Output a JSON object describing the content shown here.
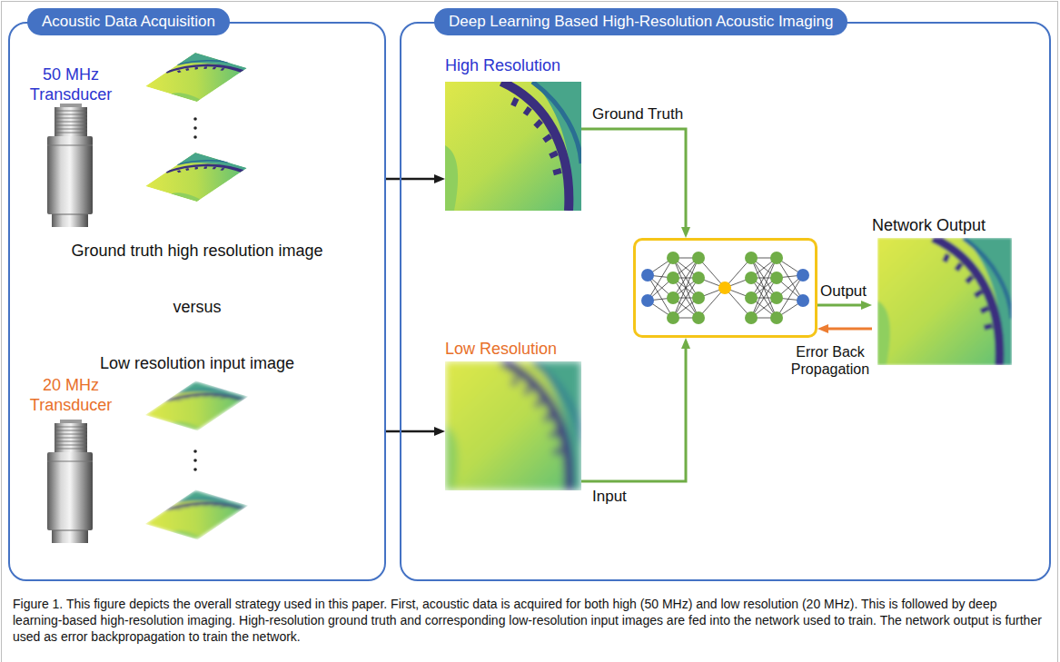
{
  "diagram": {
    "caption": "Figure 1. This figure depicts the overall strategy used in this paper. First, acoustic data is acquired for both high (50 MHz) and low resolution (20 MHz). This is followed by deep learning-based high-resolution imaging. High-resolution ground truth and corresponding low-resolution input images are fed into the network used to train. The network output is further used as error backpropagation to train the network.",
    "nodes": [
      {
        "text": [
          "Acoustic Data Acquisition",
          "50 MHz Transducer",
          "Ground truth high resolution image",
          "versus",
          "Low resolution input image",
          "20 MHz Transducer"
        ]
      },
      {
        "text": [
          "Deep Learning Based High-Resolution Acoustic Imaging"
        ]
      },
      {
        "text": [
          "High Resolution"
        ],
        "in": 1
      },
      {
        "text": [
          "Low Resolution"
        ],
        "in": 1
      },
      {
        "text": [],
        "in": 1
      },
      {
        "text": [
          "Network Output"
        ],
        "in": 1
      }
    ],
    "edges": [
      {
        "from": 0,
        "to": 2,
        "arrow": "to"
      },
      {
        "from": 0,
        "to": 3,
        "arrow": "to"
      },
      {
        "from": 2,
        "to": 4,
        "label": "Ground Truth",
        "arrow": "to"
      },
      {
        "from": 3,
        "to": 4,
        "label": "Input",
        "arrow": "to"
      },
      {
        "from": 4,
        "to": 5,
        "label": "Output",
        "arrow": "to"
      },
      {
        "from": 5,
        "to": 4,
        "label": "Error Back Propagation",
        "arrow": "to"
      }
    ]
  }
}
